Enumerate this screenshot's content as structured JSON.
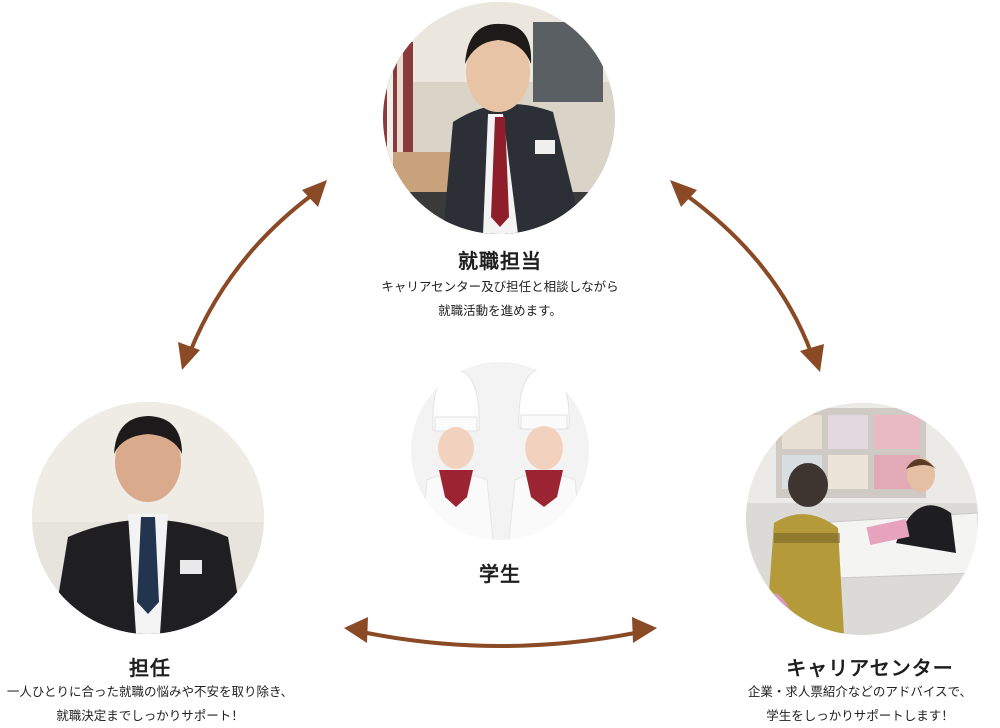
{
  "nodes": {
    "shushoku": {
      "title": "就職担当",
      "desc_lines": [
        "キャリアセンター及び担任と相談しながら",
        "就職活動を進めます。"
      ],
      "photo_icon": "staff-photo"
    },
    "tannin": {
      "title": "担任",
      "desc_lines": [
        "一人ひとりに合った就職の悩みや不安を取り除き、",
        "就職決定までしっかりサポート！"
      ],
      "photo_icon": "teacher-photo"
    },
    "career": {
      "title": "キャリアセンター",
      "desc_lines": [
        "企業・求人票紹介などのアドバイスで、",
        "学生をしっかりサポートします！"
      ],
      "photo_icon": "career-center-photo"
    },
    "student": {
      "title": "学生",
      "photo_icon": "students-photo"
    }
  },
  "colors": {
    "arrow": "#8b4a26"
  }
}
